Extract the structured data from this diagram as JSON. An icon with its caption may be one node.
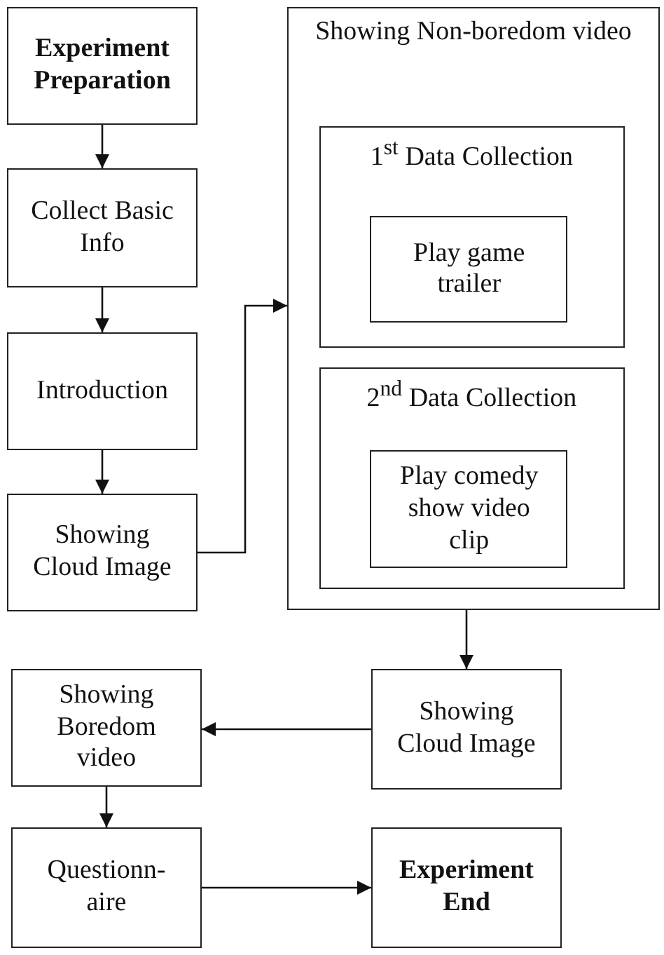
{
  "diagram": {
    "nodes": [
      {
        "text": [
          "Experiment Preparation"
        ]
      },
      {
        "text": [
          "Collect Basic Info"
        ]
      },
      {
        "text": [
          "Introduction"
        ]
      },
      {
        "text": [
          "Showing Cloud Image"
        ]
      },
      {
        "text": [
          "Showing Non-boredom video"
        ]
      },
      {
        "text": [
          "1$^{st}$ Data Collection"
        ],
        "in": 4
      },
      {
        "text": [
          "Play game trailer"
        ],
        "in": 5
      },
      {
        "text": [
          "2$^{nd}$ Data Collection"
        ],
        "in": 4
      },
      {
        "text": [
          "Play comedy show video clip"
        ],
        "in": 7
      },
      {
        "text": [
          "Showing Cloud Image"
        ]
      },
      {
        "text": [
          "Showing Boredom video"
        ]
      },
      {
        "text": [
          "Questionn- aire"
        ]
      },
      {
        "text": [
          "Experiment End"
        ]
      }
    ],
    "edges": [
      {
        "from": 0,
        "to": 1,
        "arrow": "to"
      },
      {
        "from": 1,
        "to": 2,
        "arrow": "to"
      },
      {
        "from": 2,
        "to": 3,
        "arrow": "to"
      },
      {
        "from": 3,
        "to": 4,
        "arrow": "to"
      },
      {
        "from": 4,
        "to": 9,
        "arrow": "to"
      },
      {
        "from": 9,
        "to": 10,
        "arrow": "to"
      },
      {
        "from": 10,
        "to": 11,
        "arrow": "to"
      },
      {
        "from": 11,
        "to": 12,
        "arrow": "to"
      }
    ]
  }
}
